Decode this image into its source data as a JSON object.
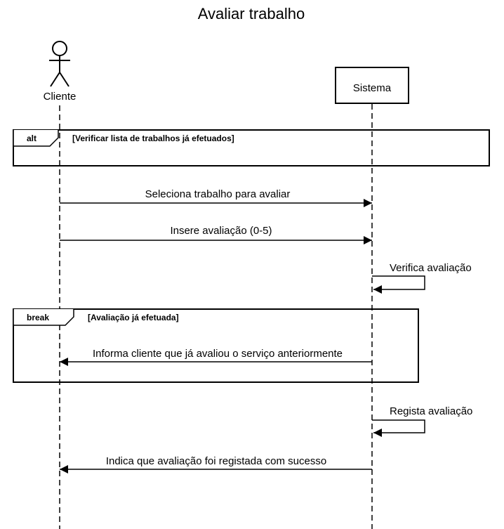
{
  "diagram": {
    "title": "Avaliar trabalho",
    "actor": {
      "label": "Cliente"
    },
    "system": {
      "label": "Sistema"
    },
    "fragments": [
      {
        "operator": "alt",
        "guard": "[Verificar lista de trabalhos já efetuados]"
      },
      {
        "operator": "break",
        "guard": "[Avaliação já efetuada]"
      }
    ],
    "messages": [
      {
        "label": "Seleciona trabalho para avaliar"
      },
      {
        "label": "Insere avaliação (0-5)"
      },
      {
        "label": "Verifica avaliação"
      },
      {
        "label": "Informa cliente que já avaliou o serviço anteriormente"
      },
      {
        "label": "Regista avaliação"
      },
      {
        "label": "Indica que avaliação foi registada com sucesso"
      }
    ]
  }
}
